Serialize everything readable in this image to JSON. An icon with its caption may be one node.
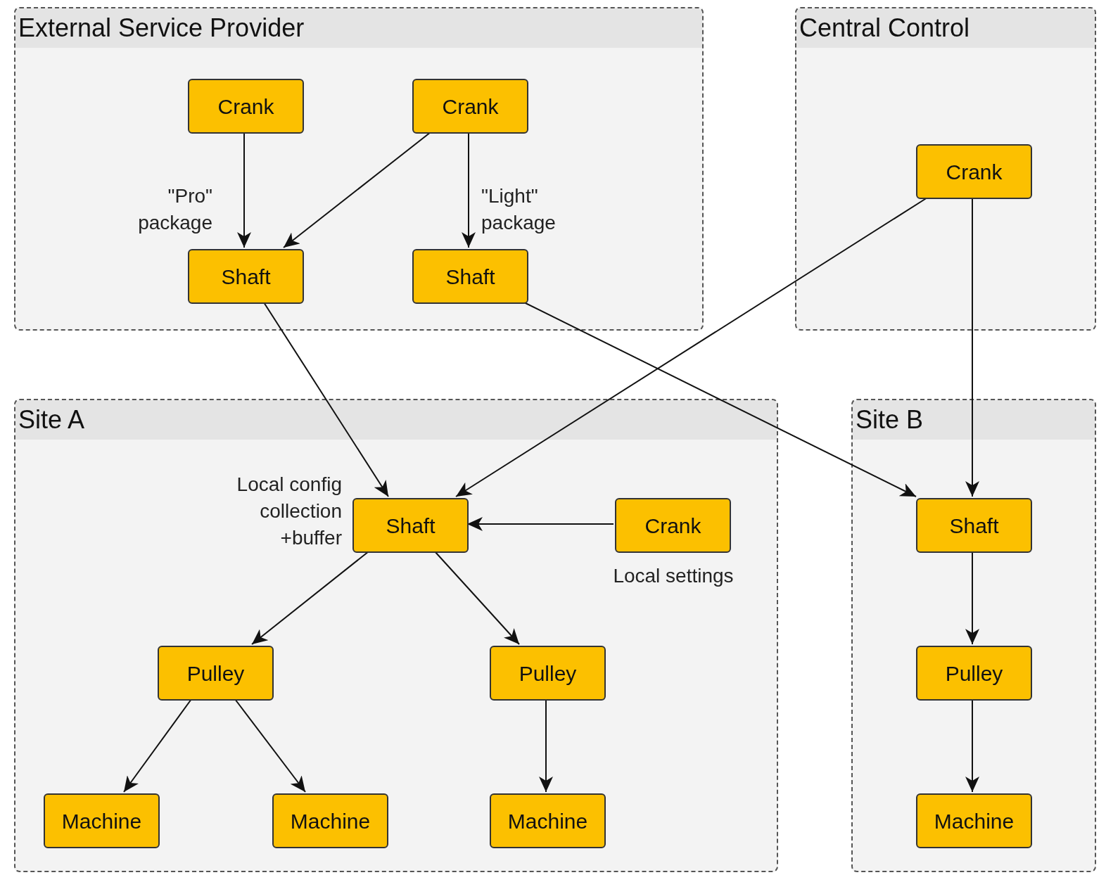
{
  "diagram": {
    "nodes": [
      {
        "text": [
          "External Service Provider"
        ]
      },
      {
        "text": [
          "Crank"
        ],
        "in": 0
      },
      {
        "text": [
          "Crank"
        ],
        "in": 0
      },
      {
        "text": [
          "Shaft"
        ],
        "in": 0
      },
      {
        "text": [
          "Shaft"
        ],
        "in": 0
      },
      {
        "text": [
          "Central Control"
        ]
      },
      {
        "text": [
          "Crank"
        ],
        "in": 5
      },
      {
        "text": [
          "Site A"
        ]
      },
      {
        "text": [
          "Shaft"
        ],
        "in": 7,
        "beside": [
          "Local config collection +buffer"
        ]
      },
      {
        "text": [
          "Crank"
        ],
        "in": 7,
        "beside": [
          "Local settings"
        ]
      },
      {
        "text": [
          "Pulley"
        ],
        "in": 7
      },
      {
        "text": [
          "Pulley"
        ],
        "in": 7
      },
      {
        "text": [
          "Machine"
        ],
        "in": 7
      },
      {
        "text": [
          "Machine"
        ],
        "in": 7
      },
      {
        "text": [
          "Machine"
        ],
        "in": 7
      },
      {
        "text": [
          "Site B"
        ]
      },
      {
        "text": [
          "Shaft"
        ],
        "in": 15
      },
      {
        "text": [
          "Pulley"
        ],
        "in": 15
      },
      {
        "text": [
          "Machine"
        ],
        "in": 15
      }
    ],
    "edges": [
      {
        "from": 1,
        "to": 3,
        "arrow": "to",
        "label": "\"Pro\" package"
      },
      {
        "from": 2,
        "to": 3,
        "arrow": "to"
      },
      {
        "from": 2,
        "to": 4,
        "arrow": "to",
        "label": "\"Light\" package"
      },
      {
        "from": 3,
        "to": 8,
        "arrow": "to"
      },
      {
        "from": 6,
        "to": 8,
        "arrow": "to"
      },
      {
        "from": 4,
        "to": 16,
        "arrow": "to"
      },
      {
        "from": 6,
        "to": 16,
        "arrow": "to"
      },
      {
        "from": 9,
        "to": 8,
        "arrow": "to"
      },
      {
        "from": 8,
        "to": 10,
        "arrow": "to"
      },
      {
        "from": 8,
        "to": 11,
        "arrow": "to"
      },
      {
        "from": 10,
        "to": 12,
        "arrow": "to"
      },
      {
        "from": 10,
        "to": 13,
        "arrow": "to"
      },
      {
        "from": 11,
        "to": 14,
        "arrow": "to"
      },
      {
        "from": 16,
        "to": 17,
        "arrow": "to"
      },
      {
        "from": 17,
        "to": 18,
        "arrow": "to"
      }
    ]
  }
}
